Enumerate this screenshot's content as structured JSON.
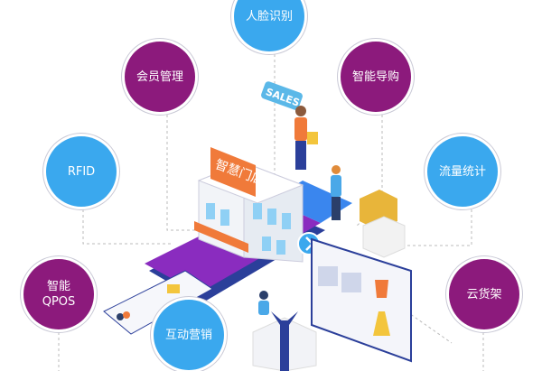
{
  "colors": {
    "blue": "#3aa8ee",
    "purple": "#8c1a7c",
    "orange": "#f07a3a",
    "navy": "#2b3f9a"
  },
  "features": [
    {
      "label": "人脸识别",
      "color": "blue"
    },
    {
      "label": "会员管理",
      "color": "purple"
    },
    {
      "label": "智能导购",
      "color": "purple"
    },
    {
      "label": "RFID",
      "color": "blue"
    },
    {
      "label": "流量统计",
      "color": "blue"
    },
    {
      "label": "智能\nQPOS",
      "color": "purple"
    },
    {
      "label": "云货架",
      "color": "purple"
    },
    {
      "label": "互动营销",
      "color": "blue"
    }
  ],
  "illustration": {
    "store_sign": "智慧门店",
    "sales_sign": "SALES"
  }
}
